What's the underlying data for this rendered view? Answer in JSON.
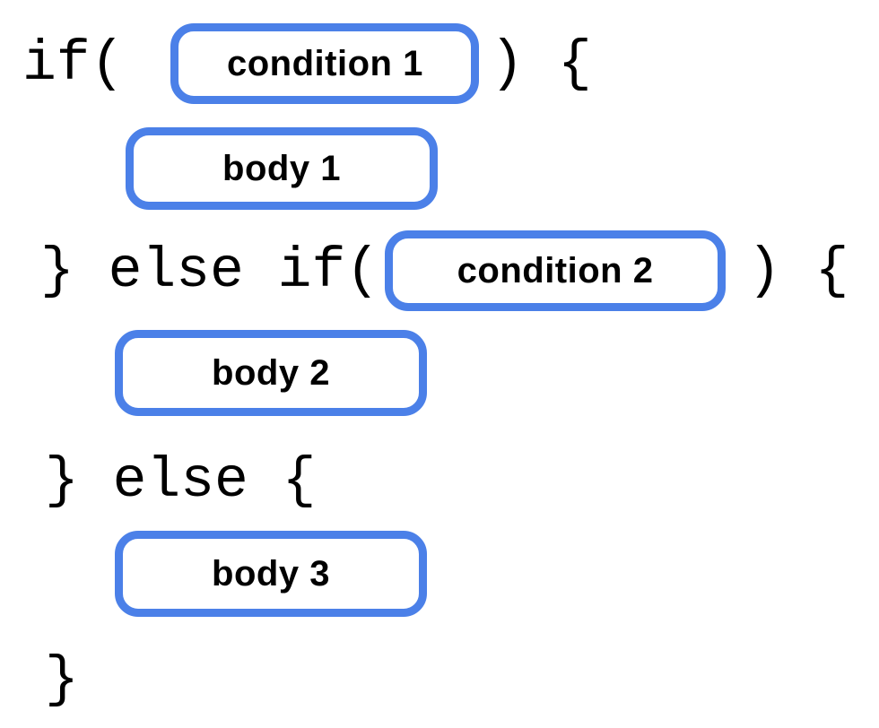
{
  "diagram": {
    "accent_color": "#4B80E8",
    "text_color": "#000000",
    "lines": [
      {
        "pre": "if(",
        "box_label": "condition 1",
        "post": ") {"
      },
      {
        "box_label": "body 1"
      },
      {
        "pre": "} else if(",
        "box_label": "condition 2",
        "post": ") {"
      },
      {
        "box_label": "body 2"
      },
      {
        "code": "} else {"
      },
      {
        "box_label": "body 3"
      },
      {
        "code": "}"
      }
    ]
  }
}
